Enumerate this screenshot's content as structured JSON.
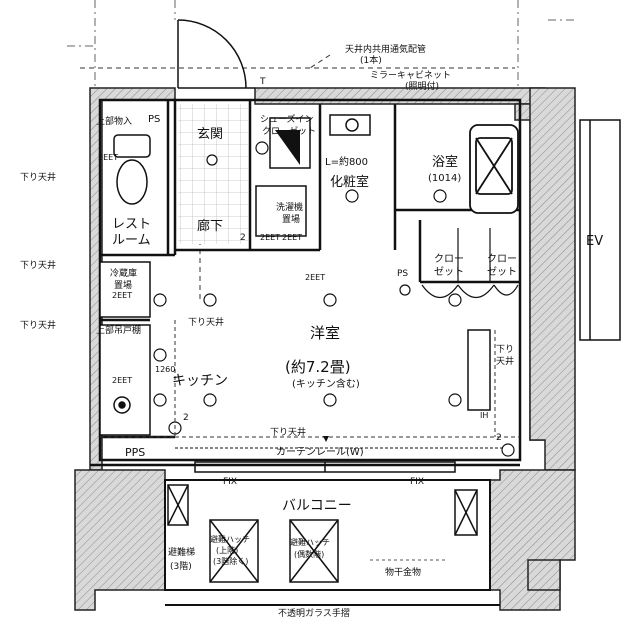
{
  "labels": {
    "ceiling_vent": "天井内共用通気配管",
    "ceiling_vent_count": "(1本)",
    "mirror_cabinet": "ミラーキャビネット",
    "mirror_cabinet_note": "(照明付)",
    "ps_top": "PS",
    "top_storage": "上部物入",
    "genkan": "玄関",
    "shoes_closet": "シューズイン",
    "shoes_closet2": "クローゼット",
    "vanity_size": "L=約800",
    "vanity": "化粧室",
    "bath": "浴室",
    "bath_size": "(1014)",
    "restroom1": "レスト",
    "restroom2": "ルーム",
    "sagari_left1": "下り天井",
    "sagari_left2": "下り天井",
    "sagari_left3": "下り天井",
    "sagari_mid": "下り天井",
    "sagari_right1": "下り",
    "sagari_right2": "天井",
    "sagari_bottom": "下り天井",
    "washer1": "洗濯機",
    "washer2": "置場",
    "hallway": "廊下",
    "eet_hall": "2EET",
    "eet_left": "2EET",
    "eet_fridge": "2EET",
    "eet_top": "2EET",
    "eet_washer": "2EET",
    "eet_kitchen": "2EET",
    "fridge1": "冷蔵庫",
    "fridge2": "置場",
    "top_cabinet": "上部吊戸棚",
    "kitchen": "キッチン",
    "western_room": "洋室",
    "area": "(約7.2畳)",
    "area_note": "(キッチン含む)",
    "closet": "クロー",
    "closet2": "ゼット",
    "pps": "PPS",
    "curtain_rail": "カーテンレール(W)",
    "fix_left": "FIX",
    "fix_right": "FIX",
    "balcony": "バルコニー",
    "escape_ladder1": "避難梯",
    "escape_ladder2": "(3階)",
    "hatch1a": "避難ハッチ",
    "hatch1b": "(上階)",
    "hatch1c": "(3階除く)",
    "hatch2a": "避難ハッチ",
    "hatch2b": "(偶数階)",
    "hanger": "物干金物",
    "railing": "不透明ガラス手摺",
    "ev": "EV",
    "ps_lower": "PS",
    "t_mark": "T",
    "num_2a": "2",
    "num_2b": "2",
    "num_2c": "2",
    "ih": "IH",
    "num_1260": "1260"
  }
}
